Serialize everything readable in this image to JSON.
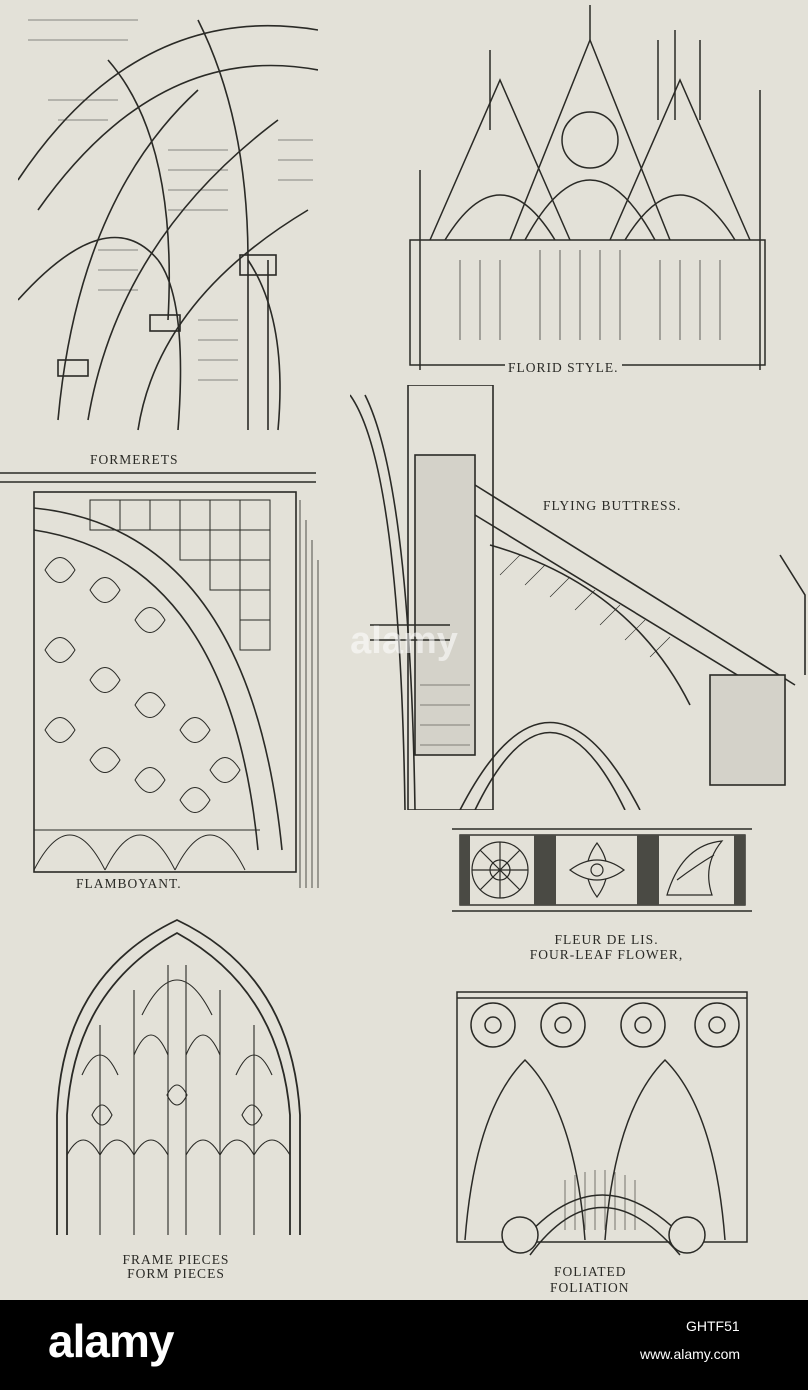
{
  "captions": {
    "formerets": "FORMERETS",
    "florid": "FLORID STYLE.",
    "flying_buttress": "FLYING BUTTRESS.",
    "flamboyant": "FLAMBOYANT.",
    "fleur_line1": "FLEUR DE LIS.",
    "fleur_line2": "FOUR-LEAF FLOWER,",
    "frame_line1": "FRAME PIECES",
    "frame_line2": "FORM PIECES",
    "foliated_line1": "FOLIATED",
    "foliated_line2": "FOLIATION"
  },
  "footer": {
    "logo": "alamy",
    "image_id": "GHTF51",
    "url": "www.alamy.com"
  },
  "watermark": "alamy",
  "colors": {
    "paper": "#e3e1d8",
    "ink": "#2a2a26",
    "footer": "#000000"
  }
}
